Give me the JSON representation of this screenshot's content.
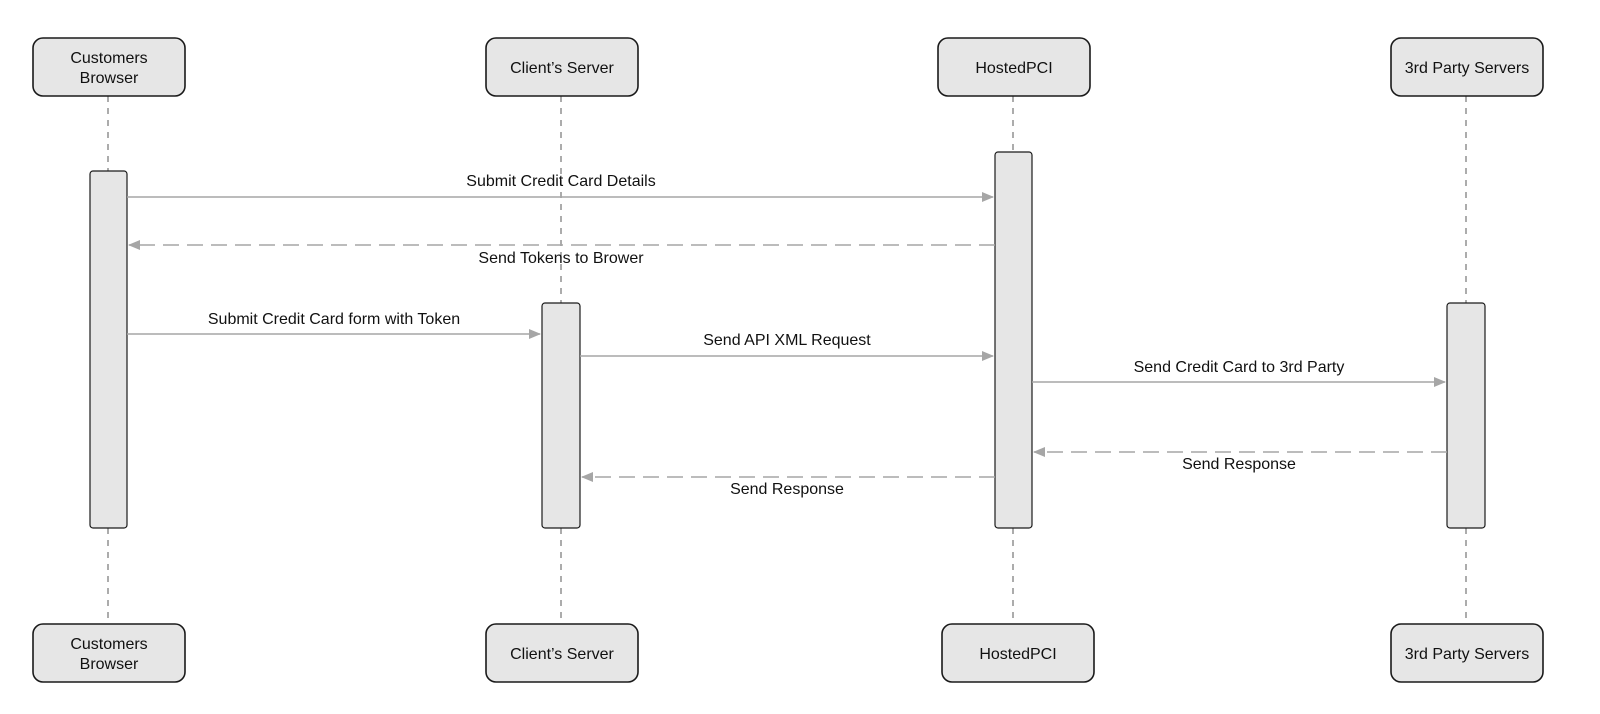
{
  "colors": {
    "actor_fill": "#e6e6e6",
    "actor_stroke": "#1a1a1a",
    "lifeline": "#7f7f7f",
    "activation_fill": "#e6e6e6",
    "message_line": "#a6a6a6",
    "text": "#111111"
  },
  "actors": [
    {
      "id": "browser",
      "label_lines": [
        "Customers",
        "Browser"
      ]
    },
    {
      "id": "client",
      "label_lines": [
        "Client’s Server"
      ]
    },
    {
      "id": "hosted",
      "label_lines": [
        "HostedPCI"
      ]
    },
    {
      "id": "third",
      "label_lines": [
        "3rd Party Servers"
      ]
    }
  ],
  "messages": [
    {
      "id": "m1",
      "from": "browser",
      "to": "hosted",
      "style": "solid",
      "label": "Submit Credit Card Details"
    },
    {
      "id": "m2",
      "from": "hosted",
      "to": "browser",
      "style": "dashed",
      "label": "Send Tokens to Brower"
    },
    {
      "id": "m3",
      "from": "browser",
      "to": "client",
      "style": "solid",
      "label": "Submit Credit Card form with Token"
    },
    {
      "id": "m4",
      "from": "client",
      "to": "hosted",
      "style": "solid",
      "label": "Send API XML Request"
    },
    {
      "id": "m5",
      "from": "hosted",
      "to": "third",
      "style": "solid",
      "label": "Send Credit Card to 3rd Party"
    },
    {
      "id": "m6",
      "from": "third",
      "to": "hosted",
      "style": "dashed",
      "label": "Send Response"
    },
    {
      "id": "m7",
      "from": "hosted",
      "to": "client",
      "style": "dashed",
      "label": "Send Response"
    }
  ]
}
